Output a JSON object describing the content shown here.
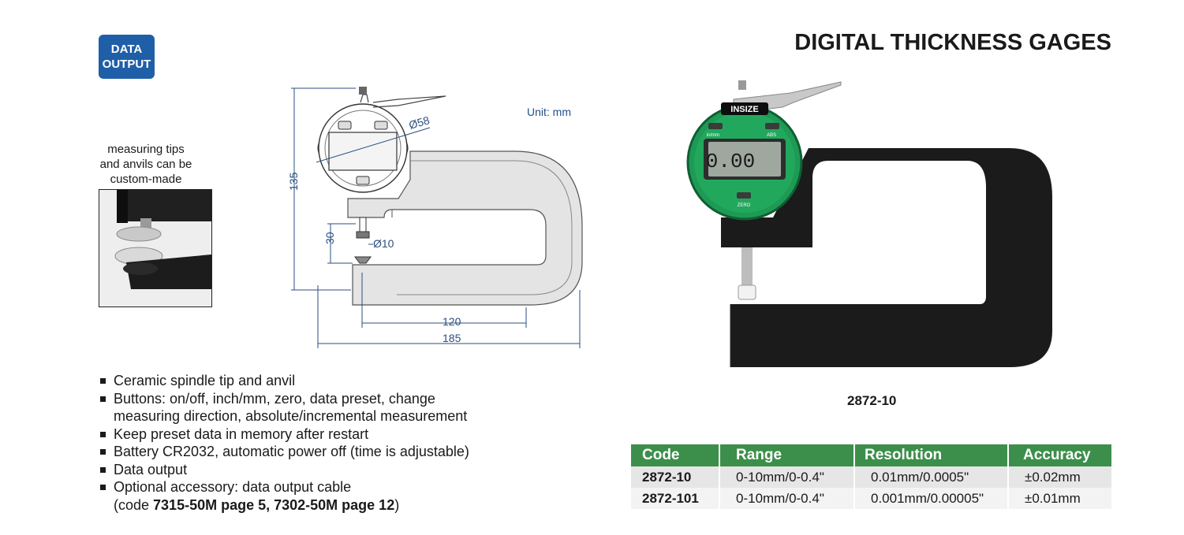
{
  "badge": {
    "line1": "DATA",
    "line2": "OUTPUT"
  },
  "page_title": "DIGITAL THICKNESS GAGES",
  "tips_note": {
    "line1": "measuring tips",
    "line2": "and anvils can be",
    "line3": "custom-made"
  },
  "unit_label": "Unit: mm",
  "drawing": {
    "dims": {
      "height": "135",
      "dial": "Ø58",
      "gap": "30",
      "tip": "Ø10",
      "depth": "120",
      "width": "185"
    }
  },
  "product": {
    "brand": "INSIZE",
    "display_value": "0.00",
    "btn_left": "in/mm",
    "btn_right": "ABS",
    "btn_zero": "ZERO",
    "caption": "2872-10"
  },
  "features": [
    "Ceramic spindle tip and anvil",
    "Buttons: on/off, inch/mm, zero, data preset, change",
    "measuring direction, absolute/incremental measurement",
    "Keep preset data in memory after restart",
    "Battery CR2032, automatic power off (time is adjustable)",
    "Data output",
    "Optional accessory: data output cable"
  ],
  "features_code_line": {
    "prefix": "(code ",
    "bold": "7315-50M page 5, 7302-50M page 12",
    "suffix": ")"
  },
  "table": {
    "headers": [
      "Code",
      "Range",
      "Resolution",
      "Accuracy"
    ],
    "rows": [
      [
        "2872-10",
        "0-10mm/0-0.4\"",
        "0.01mm/0.0005\"",
        "±0.02mm"
      ],
      [
        "2872-101",
        "0-10mm/0-0.4\"",
        "0.001mm/0.00005\"",
        "±0.01mm"
      ]
    ]
  },
  "colors": {
    "badge": "#1f5fa8",
    "table_header": "#3c8f4a",
    "dial_green": "#1e9a55",
    "frame_black": "#1b1b1b"
  }
}
